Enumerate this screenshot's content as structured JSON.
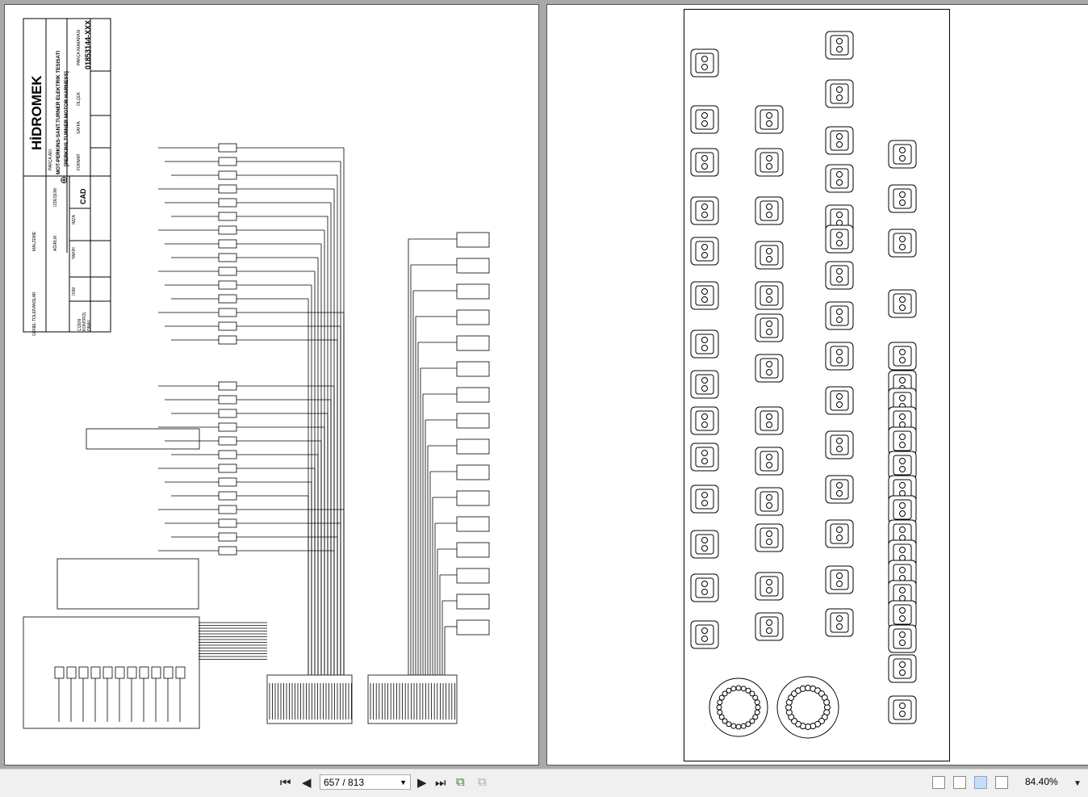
{
  "viewer": {
    "page_indicator": "657 / 813",
    "zoom_level": "84.40%",
    "active_view_mode": "two-page"
  },
  "title_block": {
    "brand": "HİDROMEK",
    "part_name_label": "PARÇA ADI",
    "part_name_line1": "MOT-PERKINS-SANT.TURNER ELEKTRIK TESISATI",
    "part_name_line2": "[PERKINS,TURNER MOTOR HARNESS]",
    "part_number_label": "PARÇA NUMARASI",
    "part_number": "01853144-XXX",
    "format_label": "FORMAT",
    "sheet_label": "SAYFA",
    "scale_label": "ÖLÇEK",
    "projection_label": "İZDÜŞÜM",
    "cad_label": "CAD",
    "material_label": "MALZEME",
    "weight_label": "AĞIRLIK",
    "tolerances_label": "GENEL TOLERANSLAR",
    "name_label": "İSİM",
    "date_label": "TARİH",
    "signature_label": "İMZA",
    "drawn_label": "ÇİZEN",
    "checked_label": "KONTROL",
    "approved_label": "ONAY"
  }
}
